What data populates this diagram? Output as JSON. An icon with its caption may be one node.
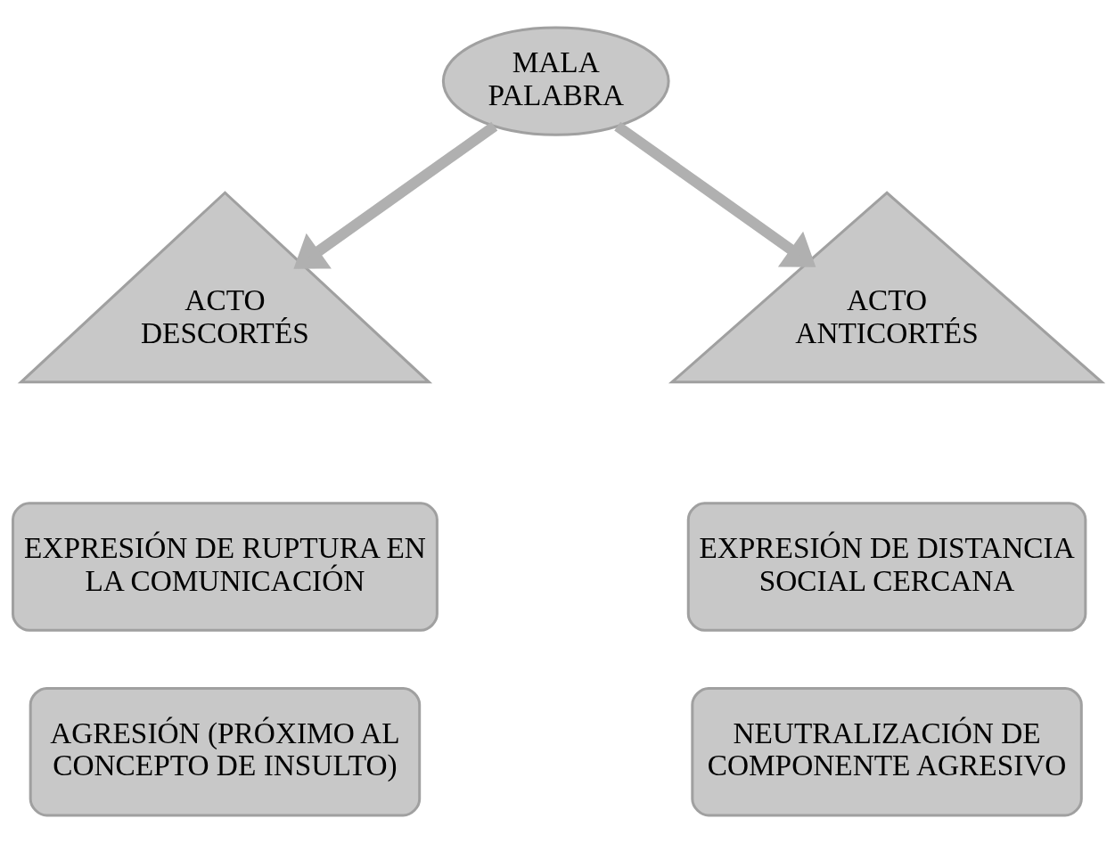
{
  "diagram": {
    "nodes": [
      {
        "text": [
          "MALA PALABRA"
        ]
      },
      {
        "text": [
          "ACTO DESCORTÉS"
        ]
      },
      {
        "text": [
          "ACTO ANTICORTÉS"
        ]
      },
      {
        "text": [
          "EXPRESIÓN DE RUPTURA EN LA COMUNICACIÓN"
        ]
      },
      {
        "text": [
          "EXPRESIÓN DE DISTANCIA SOCIAL CERCANA"
        ]
      },
      {
        "text": [
          "AGRESIÓN (PRÓXIMO AL CONCEPTO DE INSULTO)"
        ]
      },
      {
        "text": [
          "NEUTRALIZACIÓN DE COMPONENTE AGRESIVO"
        ]
      }
    ],
    "edges": [
      {
        "from": 0,
        "to": 1,
        "arrow": "to"
      },
      {
        "from": 0,
        "to": 2,
        "arrow": "to"
      }
    ]
  }
}
